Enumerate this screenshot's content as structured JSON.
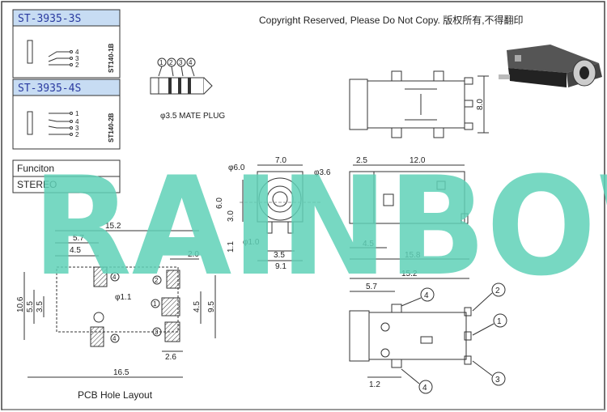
{
  "header": {
    "copyright": "Copyright Reserved, Please Do Not Copy. 版权所有,不得翻印"
  },
  "watermark": "RAINBOW",
  "parts": [
    {
      "model": "ST-3935-3S",
      "schematic_code": "ST140-1B",
      "pins": [
        "4",
        "3",
        "2"
      ]
    },
    {
      "model": "ST-3935-4S",
      "schematic_code": "ST140-2B",
      "pins": [
        "1",
        "4",
        "3",
        "2"
      ]
    }
  ],
  "function_table": {
    "header": "Funciton",
    "value": "STEREO"
  },
  "plug": {
    "label": "φ3.5 MATE PLUG",
    "pins": [
      "1",
      "2",
      "3",
      "4"
    ]
  },
  "front_view": {
    "dims": {
      "d1": "φ6.0",
      "d2": "7.0",
      "d3": "φ3.6",
      "h1": "6.0",
      "h2": "3.0",
      "h3": "1.1",
      "pin_dia": "φ1.0",
      "w1": "3.5",
      "w2": "9.1"
    }
  },
  "side_view": {
    "dims": {
      "a": "2.5",
      "b": "12.0",
      "c": "4.5",
      "d": "15.8"
    }
  },
  "top_view": {
    "dims": {
      "height": "8.0"
    }
  },
  "pcb_layout": {
    "title": "PCB Hole Layout",
    "dims": {
      "w_total": "15.2",
      "a": "5.7",
      "b": "4.5",
      "c": "2.0",
      "h1": "10.6",
      "h2": "5.5",
      "h3": "3.5",
      "hole": "φ1.1",
      "d": "4.5",
      "e": "9.5",
      "f": "2.6",
      "g": "16.5"
    },
    "pins": [
      "4",
      "2",
      "1",
      "3",
      "4"
    ]
  },
  "bottom_view": {
    "dims": {
      "w": "15.2",
      "a": "5.7",
      "b": "1.2"
    },
    "pins": [
      "4",
      "2",
      "1",
      "3",
      "4"
    ]
  }
}
